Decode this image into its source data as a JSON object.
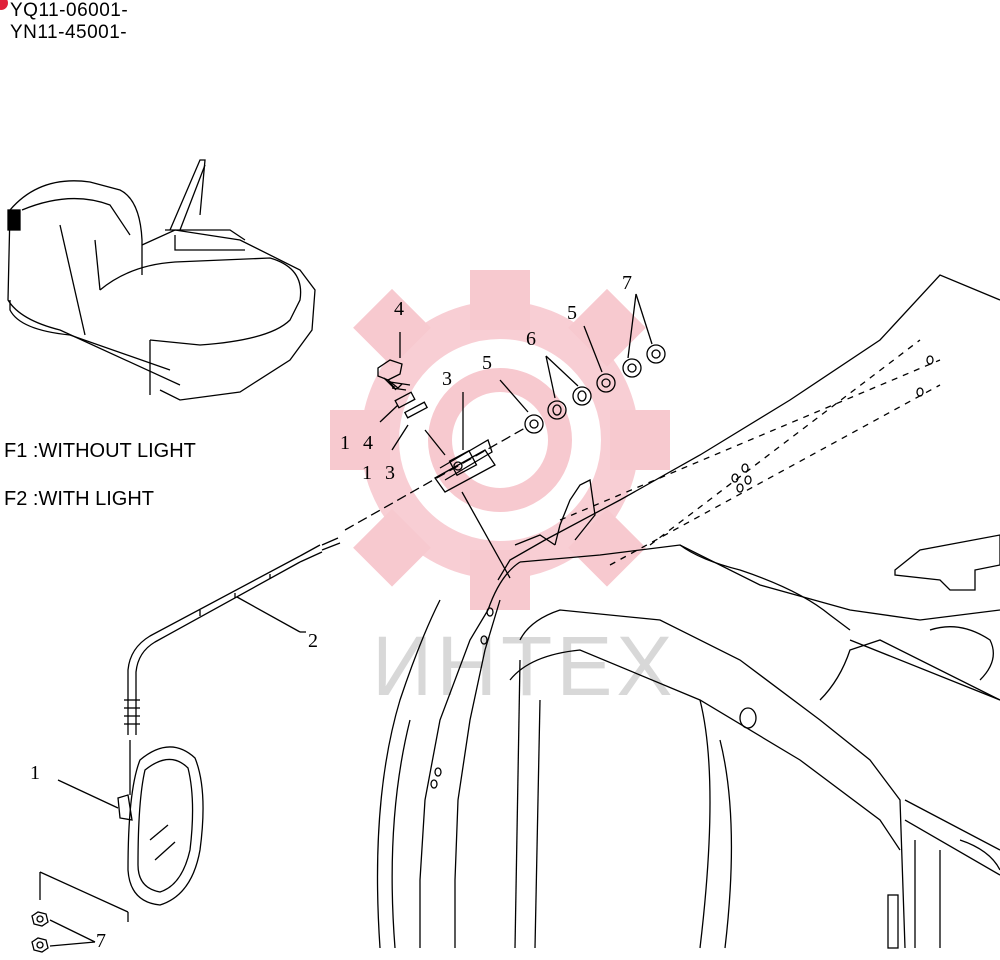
{
  "serial_numbers": [
    "YQ11-06001-",
    "YN11-45001-"
  ],
  "legend": {
    "f1": "F1 :WITHOUT LIGHT",
    "f2": "F2 :WITH LIGHT"
  },
  "callouts": {
    "c4_top": "4",
    "c3_top": "3",
    "c5_left": "5",
    "c6": "6",
    "c5_right": "5",
    "c7_top": "7",
    "c14": "1 4",
    "c13": "1 3",
    "c2": "2",
    "c1": "1",
    "c7_bottom": "7"
  },
  "watermark": {
    "text": "ИНТЕХ",
    "color": "#f5c6cc"
  }
}
